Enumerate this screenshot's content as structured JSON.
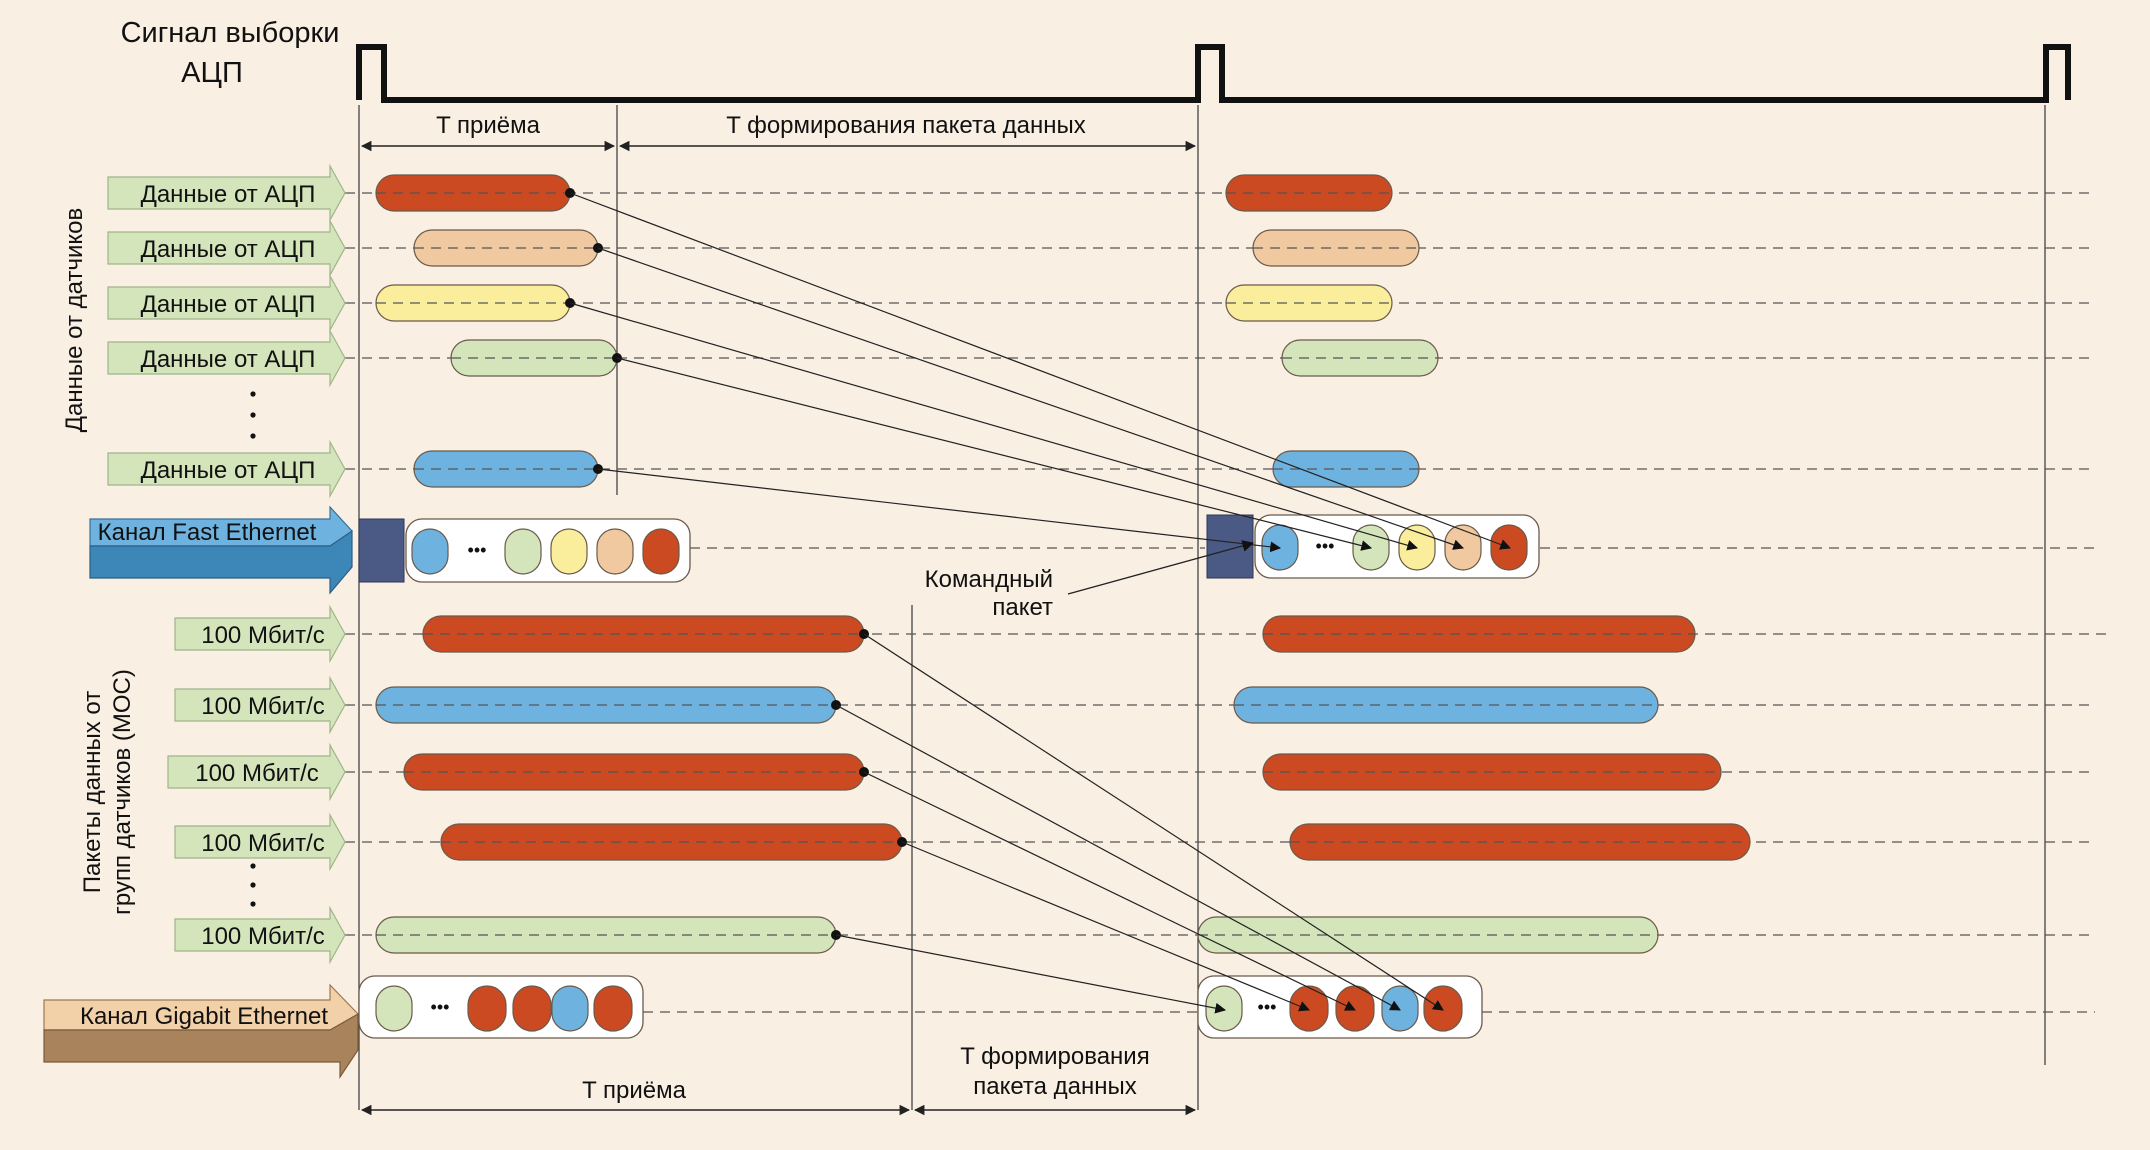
{
  "title_line1": "Сигнал выборки",
  "title_line2": "АЦП",
  "t_receive_top": "T приёма",
  "t_form_top": "T формирования пакета данных",
  "group1_label": "Данные от датчиков",
  "group2_line1": "Пакеты данных от",
  "group2_line2": "групп датчиков (МОС)",
  "adc_label": "Данные от АЦП",
  "mbit_label": "100 Мбит/с",
  "fast_eth_label": "Канал Fast Ethernet",
  "gig_eth_label": "Канал Gigabit Ethernet",
  "cmd_line1": "Командный",
  "cmd_line2": "пакет",
  "t_receive_bottom": "T приёма",
  "t_form_bottom_line1": "T формирования",
  "t_form_bottom_line2": "пакета данных",
  "ellipsis": "•••",
  "vdots": "⋮",
  "colors": {
    "red": "#cc4a22",
    "peach": "#f0c9a0",
    "yellow": "#faee9c",
    "green": "#d4e4bb",
    "blue": "#6eb3e0",
    "navy": "#4b5a85",
    "background": "#faefe3"
  }
}
